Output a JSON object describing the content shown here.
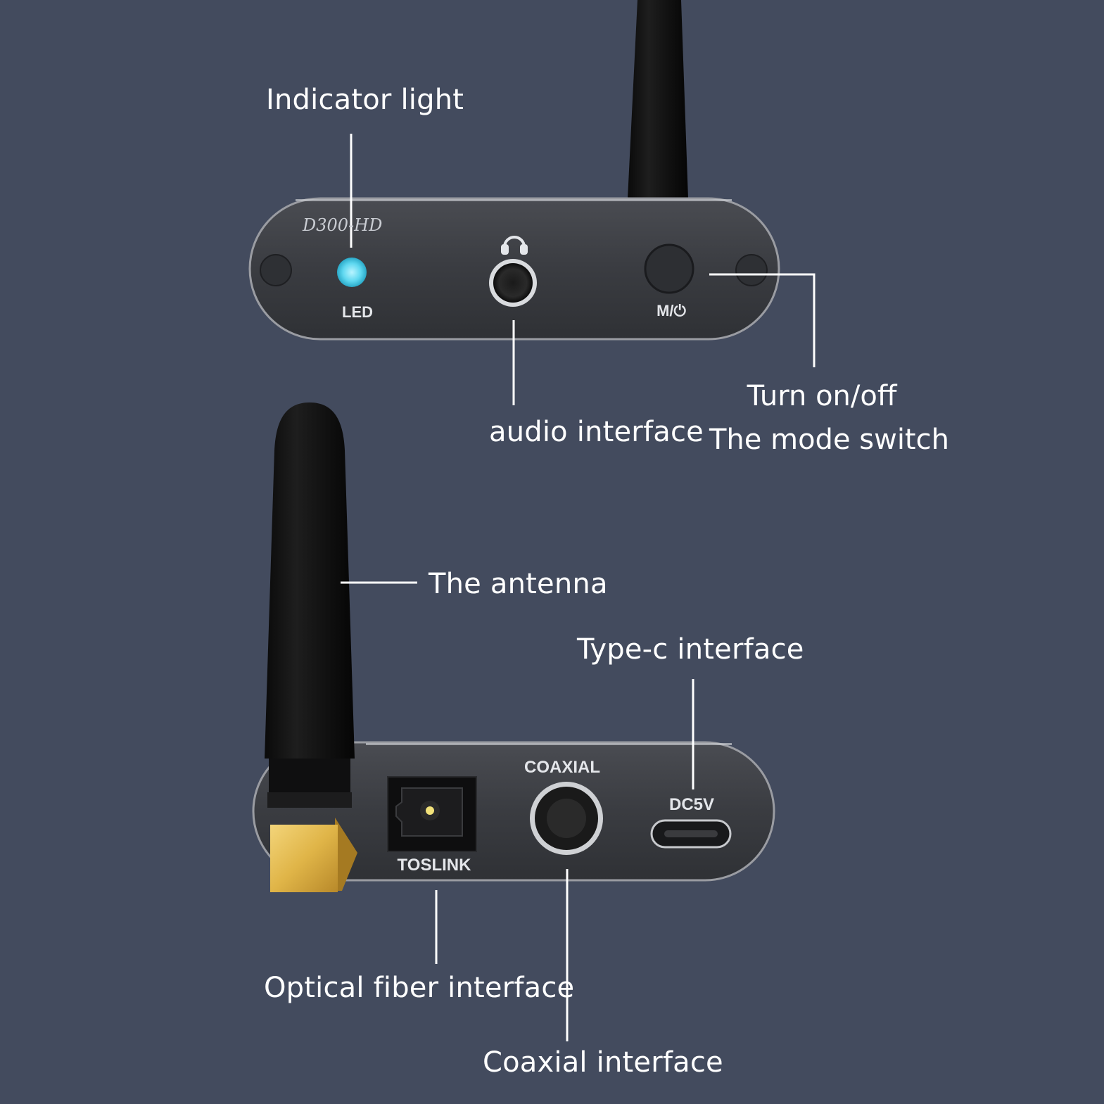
{
  "product": {
    "model": "D300-HD"
  },
  "top_panel": {
    "led_label": "LED",
    "mode_button_label": "M/⏻"
  },
  "bottom_panel": {
    "toslink_label": "TOSLINK",
    "coaxial_label": "COAXIAL",
    "dc_label": "DC5V"
  },
  "callouts": {
    "indicator_light": "Indicator light",
    "audio_interface": "audio interface",
    "power_line1": "Turn on/off",
    "power_line2": "The mode switch",
    "antenna": "The antenna",
    "type_c": "Type-c interface",
    "optical": "Optical fiber interface",
    "coaxial": "Coaxial interface"
  },
  "colors": {
    "background": "#434b5e",
    "panel": "#3a3c41",
    "led": "#5fd8f0",
    "gold": "#e0b548",
    "callout_text": "#ffffff"
  }
}
